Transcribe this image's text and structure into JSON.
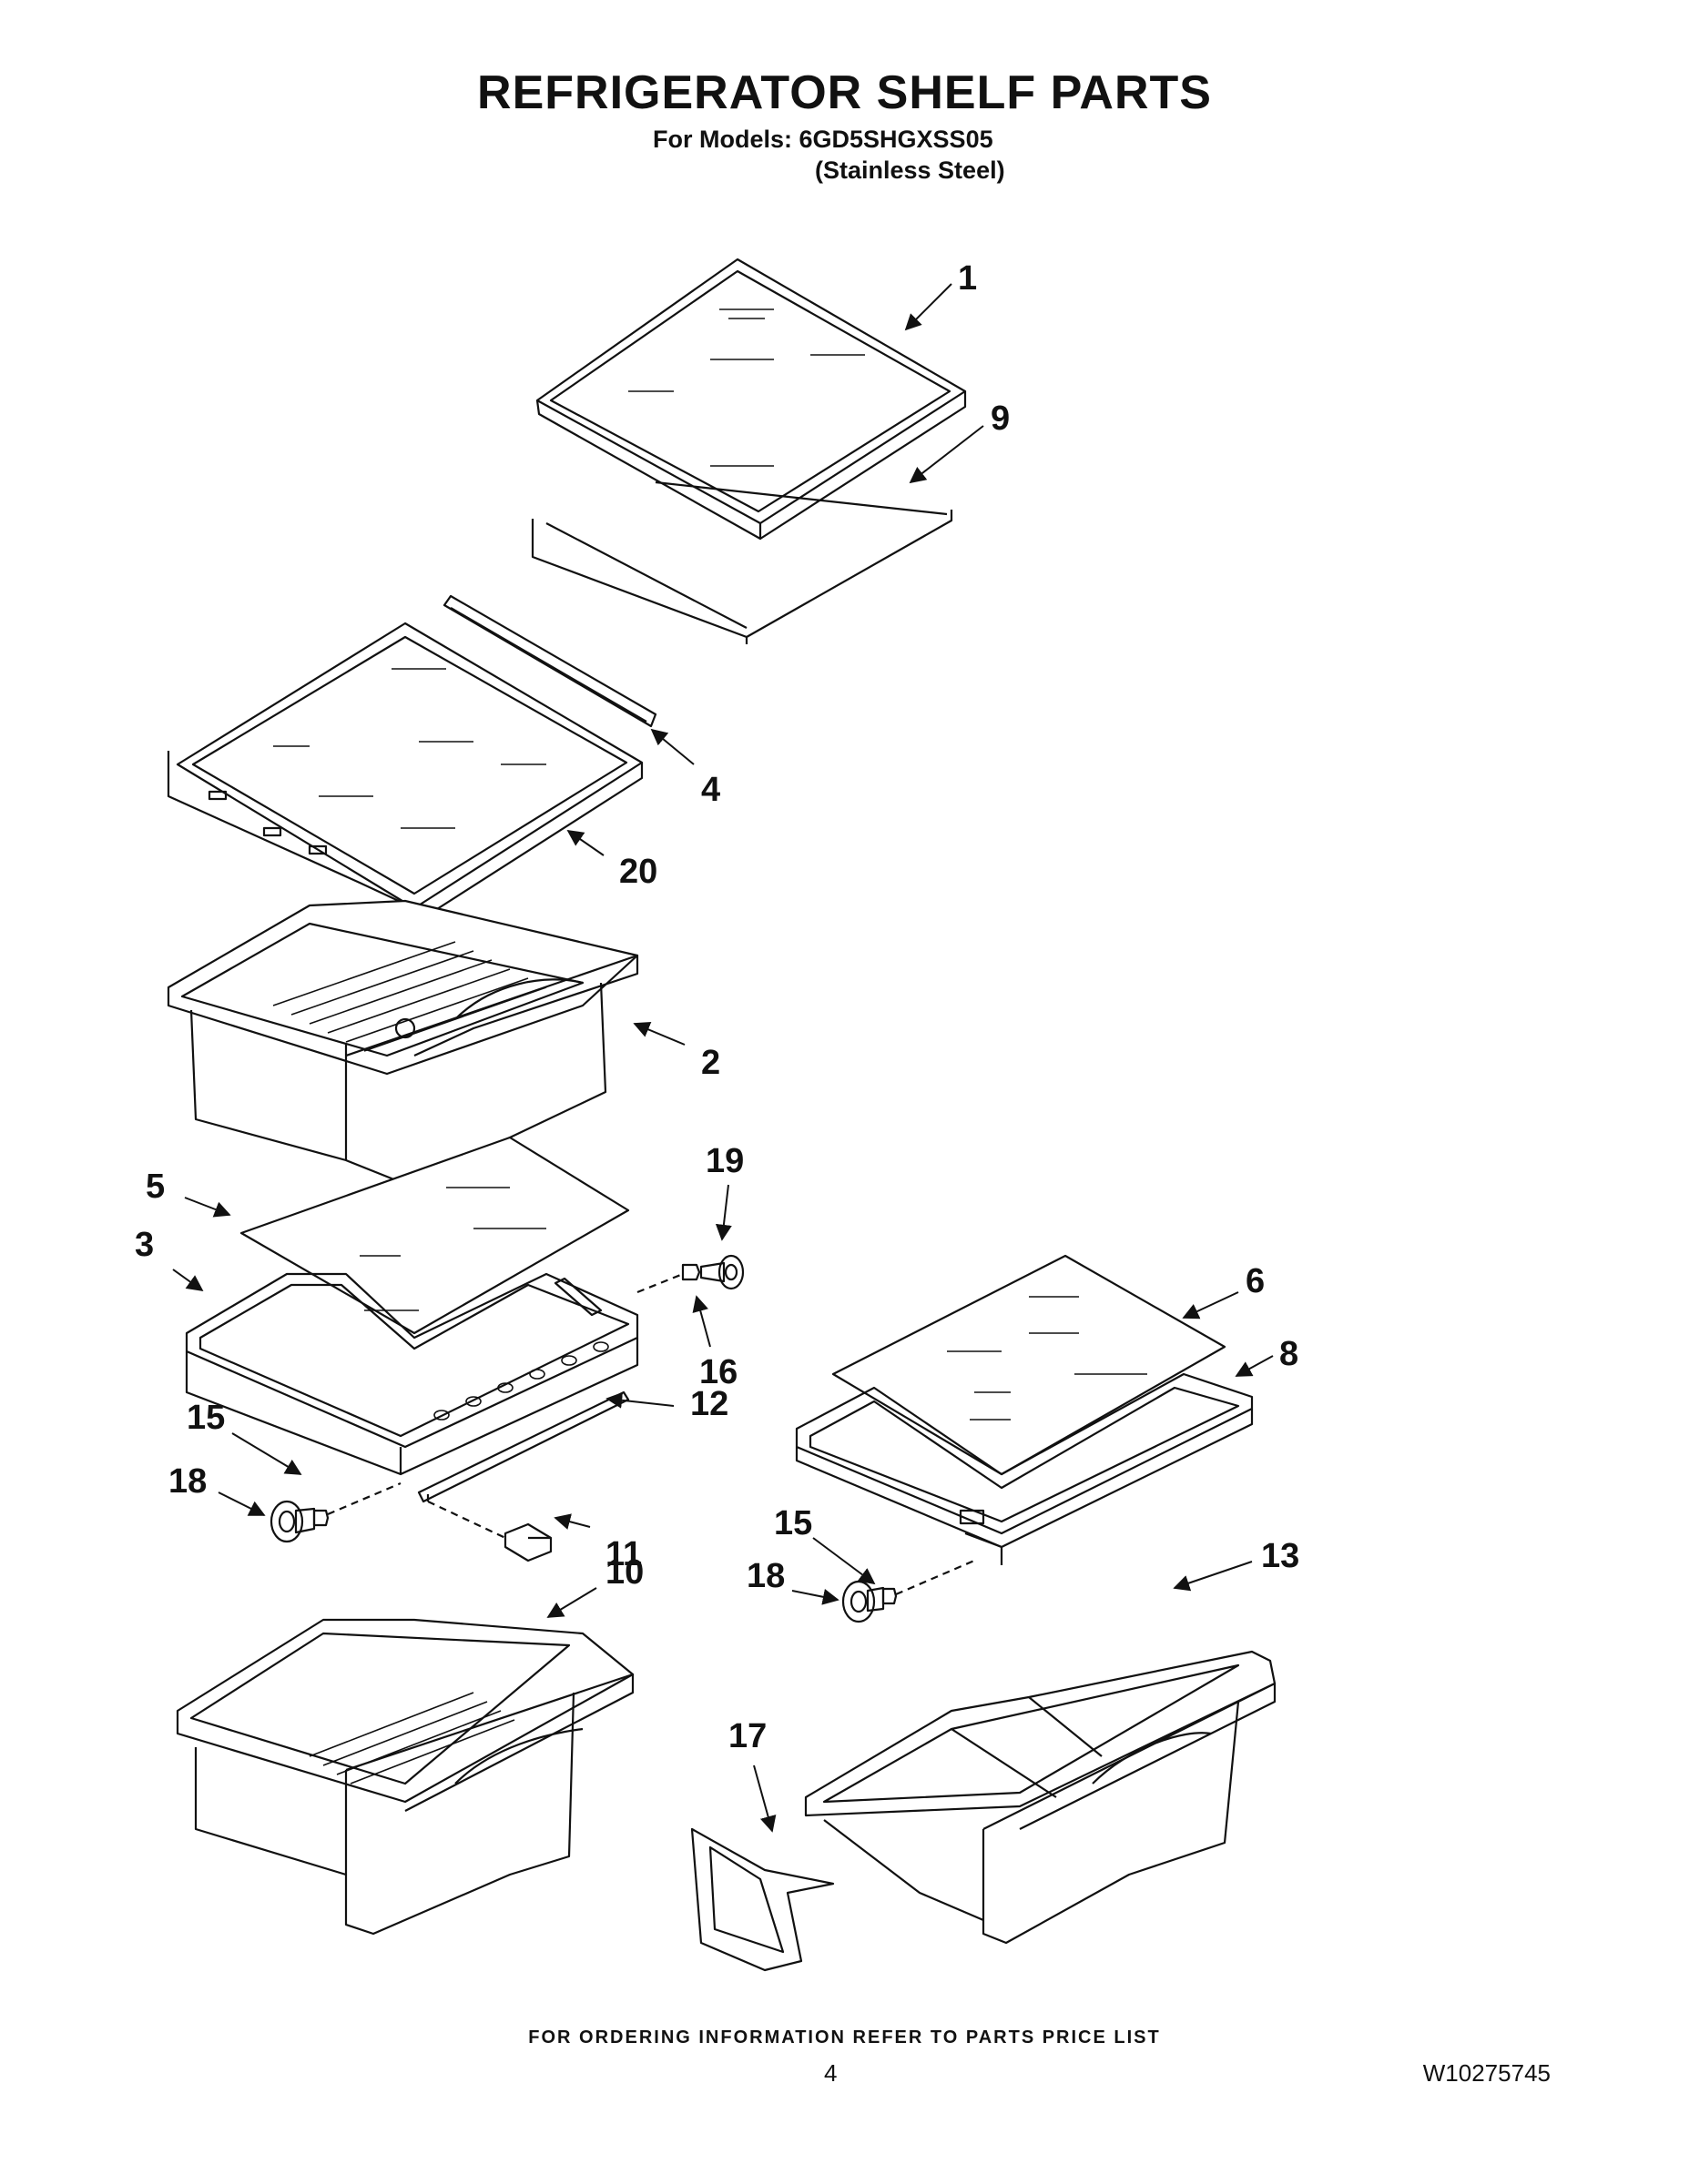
{
  "header": {
    "title": "REFRIGERATOR SHELF PARTS",
    "models_line": "For Models: 6GD5SHGXSS05",
    "variant_line": "(Stainless Steel)"
  },
  "callouts": {
    "c1": "1",
    "c9": "9",
    "c4": "4",
    "c20": "20",
    "c2": "2",
    "c19": "19",
    "c5": "5",
    "c3": "3",
    "c16": "16",
    "c12": "12",
    "c15a": "15",
    "c18a": "18",
    "c11": "11",
    "c10": "10",
    "c6": "6",
    "c8": "8",
    "c15b": "15",
    "c18b": "18",
    "c13": "13",
    "c17": "17"
  },
  "footer": {
    "ordering_note": "FOR ORDERING INFORMATION REFER TO PARTS PRICE LIST",
    "page_number": "4",
    "doc_number": "W10275745"
  }
}
